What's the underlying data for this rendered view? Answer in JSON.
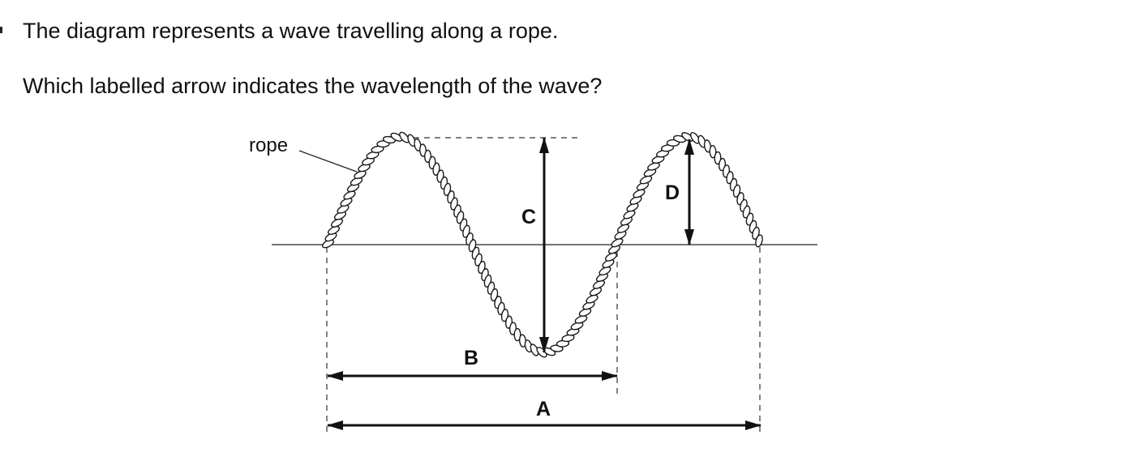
{
  "question": {
    "line1": "The diagram represents a wave travelling along a rope.",
    "line2": "Which labelled arrow indicates the wavelength of the wave?"
  },
  "diagram": {
    "rope_label": "rope",
    "arrow_labels": {
      "A": "A",
      "B": "B",
      "C": "C",
      "D": "D"
    }
  }
}
